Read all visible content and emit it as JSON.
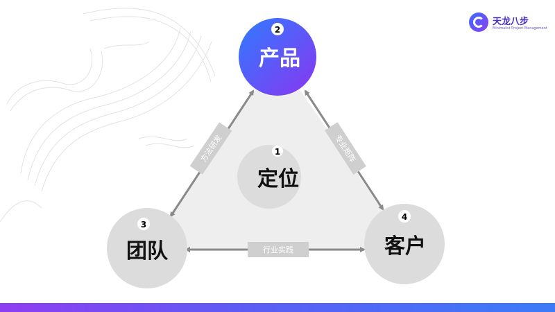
{
  "logo": {
    "title": "天龙八步",
    "subtitle": "Minimalist Project Management"
  },
  "nodes": [
    {
      "key": "center",
      "number": "1",
      "label": "定位"
    },
    {
      "key": "top",
      "number": "2",
      "label": "产品"
    },
    {
      "key": "left",
      "number": "3",
      "label": "团队"
    },
    {
      "key": "right",
      "number": "4",
      "label": "客户"
    }
  ],
  "edges": [
    {
      "from": "left",
      "to": "top",
      "label": "方法研发"
    },
    {
      "from": "top",
      "to": "right",
      "label": "专业矩阵"
    },
    {
      "from": "left",
      "to": "right",
      "label": "行业实践"
    }
  ],
  "colors": {
    "node_fill": "#dcdcdc",
    "triangle_fill": "#eeeeee",
    "arrow": "#8a8a8a",
    "label_box": "#cfcfcf",
    "accent_gradient_start": "#3d6bff",
    "accent_gradient_end": "#8a3df0"
  }
}
